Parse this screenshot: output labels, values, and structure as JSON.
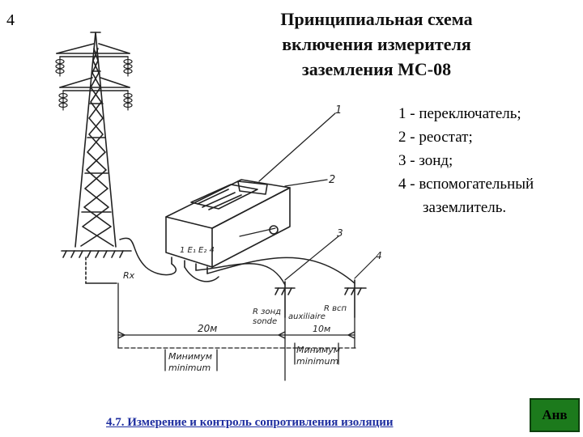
{
  "slide_number": "4",
  "title_lines": [
    "Принципиальная схема",
    "включения измерителя",
    "заземления МС-08"
  ],
  "legend": [
    "1 - переключатель;",
    "2 - реостат;",
    "3 - зонд;",
    "4 - вспомогательный",
    "заземлитель."
  ],
  "diagram_labels": {
    "callout_1": "1",
    "callout_2": "2",
    "callout_3": "3",
    "callout_4": "4",
    "rx": "Rx",
    "r_zond": "R зонд",
    "sonde": "sonde",
    "auxiliaire": "auxiliaire",
    "r_vsp": "R всп",
    "dist_20": "20м",
    "dist_10": "10м",
    "min_1_top": "Минимум",
    "min_1_bottom": "minimum",
    "min_2_top": "Минимум",
    "min_2_bottom": "minimum",
    "terminals": "1 E₁ E₂ 4"
  },
  "footer": "4.7. Измерение и контроль сопротивления изоляции",
  "nav_button": "Анв",
  "colors": {
    "footer_text": "#1f2fa0",
    "nav_button_bg": "#1c7a1c"
  }
}
